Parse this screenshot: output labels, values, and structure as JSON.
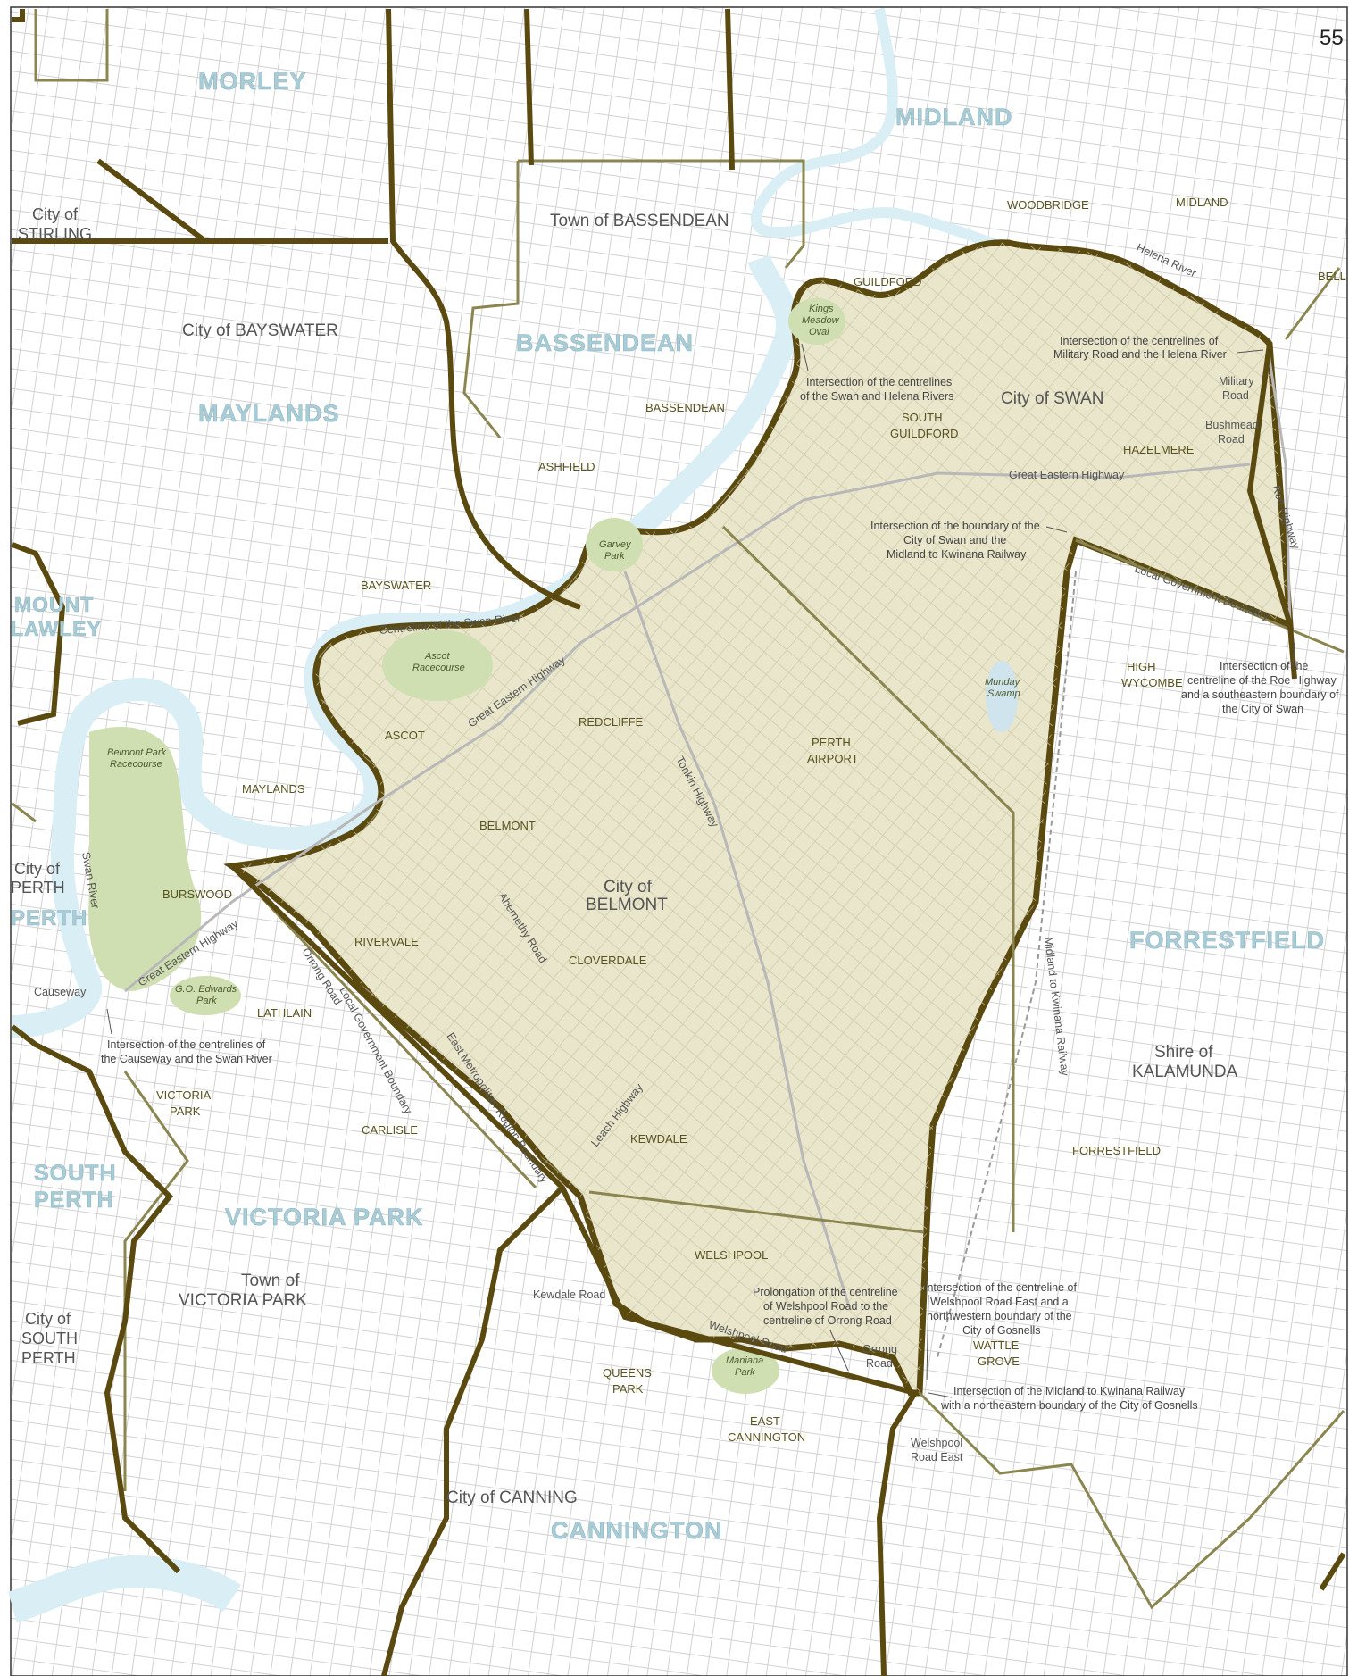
{
  "page_number": "55",
  "colors": {
    "region_fill": "#e9e6cb",
    "boundary_dark": "#5b4a10",
    "boundary_olive": "#8b8550",
    "water": "#d9eef5",
    "park": "#cfdfb1",
    "district_label": "#a9ccd6"
  },
  "districts": {
    "morley": "MORLEY",
    "midland": "MIDLAND",
    "bassendean": "BASSENDEAN",
    "maylands": "MAYLANDS",
    "mount_lawley_1": "MOUNT",
    "mount_lawley_2": "LAWLEY",
    "perth": "PERTH",
    "forrestfield": "FORRESTFIELD",
    "south_perth_1": "SOUTH",
    "south_perth_2": "PERTH",
    "victoria_park": "VICTORIA PARK",
    "cannington": "CANNINGTON"
  },
  "lgas": {
    "stirling_1": "City of",
    "stirling_2": "STIRLING",
    "bassendean": "Town of BASSENDEAN",
    "bayswater": "City of BAYSWATER",
    "swan": "City of SWAN",
    "belmont_1": "City of",
    "belmont_2": "BELMONT",
    "perth_1": "City of",
    "perth_2": "PERTH",
    "kalamunda_1": "Shire of",
    "kalamunda_2": "KALAMUNDA",
    "vicpark_1": "Town of",
    "vicpark_2": "VICTORIA PARK",
    "south_perth_1": "City of",
    "south_perth_2": "SOUTH",
    "south_perth_3": "PERTH",
    "canning": "City of CANNING"
  },
  "suburbs": {
    "woodbridge": "WOODBRIDGE",
    "midland": "MIDLAND",
    "bell": "BELL",
    "guildford": "GUILDFORD",
    "bassendean": "BASSENDEAN",
    "south_guildford_1": "SOUTH",
    "south_guildford_2": "GUILDFORD",
    "hazelmere": "HAZELMERE",
    "ashfield": "ASHFIELD",
    "bayswater": "BAYSWATER",
    "ascot": "ASCOT",
    "redcliffe": "REDCLIFFE",
    "maylands": "MAYLANDS",
    "belmont": "BELMONT",
    "perth_airport_1": "PERTH",
    "perth_airport_2": "AIRPORT",
    "high_wycombe_1": "HIGH",
    "high_wycombe_2": "WYCOMBE",
    "burswood": "BURSWOOD",
    "rivervale": "RIVERVALE",
    "cloverdale": "CLOVERDALE",
    "lathlain": "LATHLAIN",
    "victoria_park_1": "VICTORIA",
    "victoria_park_2": "PARK",
    "carlisle": "CARLISLE",
    "kewdale": "KEWDALE",
    "forrestfield": "FORRESTFIELD",
    "welshpool": "WELSHPOOL",
    "wattle_grove_1": "WATTLE",
    "wattle_grove_2": "GROVE",
    "queens_park_1": "QUEENS",
    "queens_park_2": "PARK",
    "east_cannington_1": "EAST",
    "east_cannington_2": "CANNINGTON"
  },
  "parks": {
    "kings_meadow_1": "Kings",
    "kings_meadow_2": "Meadow",
    "kings_meadow_3": "Oval",
    "garvey_1": "Garvey",
    "garvey_2": "Park",
    "ascot_1": "Ascot",
    "ascot_2": "Racecourse",
    "belmont_park_1": "Belmont Park",
    "belmont_park_2": "Racecourse",
    "munday_1": "Munday",
    "munday_2": "Swamp",
    "go_edwards_1": "G.O. Edwards",
    "go_edwards_2": "Park",
    "maniana_1": "Maniana",
    "maniana_2": "Park"
  },
  "roads": {
    "helena_river": "Helena River",
    "great_eastern_hwy_1": "Great Eastern Highway",
    "great_eastern_hwy_2": "Great Eastern Highway",
    "great_eastern_hwy_3": "Great Eastern Highway",
    "roe_highway": "Roe Highway",
    "local_gov_boundary_1": "Local Government Boundary",
    "local_gov_boundary_2": "Local Government Boundary",
    "centreline_swan": "Centreline of the Swan River",
    "tonkin_highway": "Tonkin Highway",
    "abernethy_road": "Abernethy Road",
    "orrong_road": "Orrong Road",
    "east_metro_boundary": "East Metropolitan Region Boundary",
    "leach_highway": "Leach Highway",
    "midland_kwinana_railway": "Midland to Kwinana Railway",
    "swan_river": "Swan River",
    "causeway": "Causeway",
    "kewdale_road": "Kewdale Road",
    "welshpool_road": "Welshpool Road",
    "military_road_1": "Military",
    "military_road_2": "Road",
    "bushmead_road_1": "Bushmead",
    "bushmead_road_2": "Road",
    "orrong_road_b_1": "Orrong",
    "orrong_road_b_2": "Road",
    "welshpool_road_east_1": "Welshpool",
    "welshpool_road_east_2": "Road East"
  },
  "notes": {
    "military_helena_1": "Intersection of the centrelines of",
    "military_helena_2": "Military Road and the Helena River",
    "swan_helena_1": "Intersection of the centrelines",
    "swan_helena_2": "of the Swan and Helena Rivers",
    "swan_railway_1": "Intersection of the boundary of the",
    "swan_railway_2": "City of Swan and the",
    "swan_railway_3": "Midland to Kwinana Railway",
    "roe_swan_1": "Intersection of the",
    "roe_swan_2": "centreline of the Roe Highway",
    "roe_swan_3": "and a southeastern boundary of",
    "roe_swan_4": "the City of Swan",
    "causeway_swan_1": "Intersection of the centrelines of",
    "causeway_swan_2": "the Causeway and the Swan River",
    "welshpool_orrong_1": "Prolongation of the centreline",
    "welshpool_orrong_2": "of Welshpool Road to the",
    "welshpool_orrong_3": "centreline of Orrong Road",
    "welshpool_gosnells_1": "Intersection of the centreline of",
    "welshpool_gosnells_2": "Welshpool Road East and a",
    "welshpool_gosnells_3": "northwestern boundary of the",
    "welshpool_gosnells_4": "City of Gosnells",
    "railway_gosnells_1": "Intersection of the Midland to Kwinana Railway",
    "railway_gosnells_2": "with a northeastern boundary of the City of Gosnells"
  }
}
